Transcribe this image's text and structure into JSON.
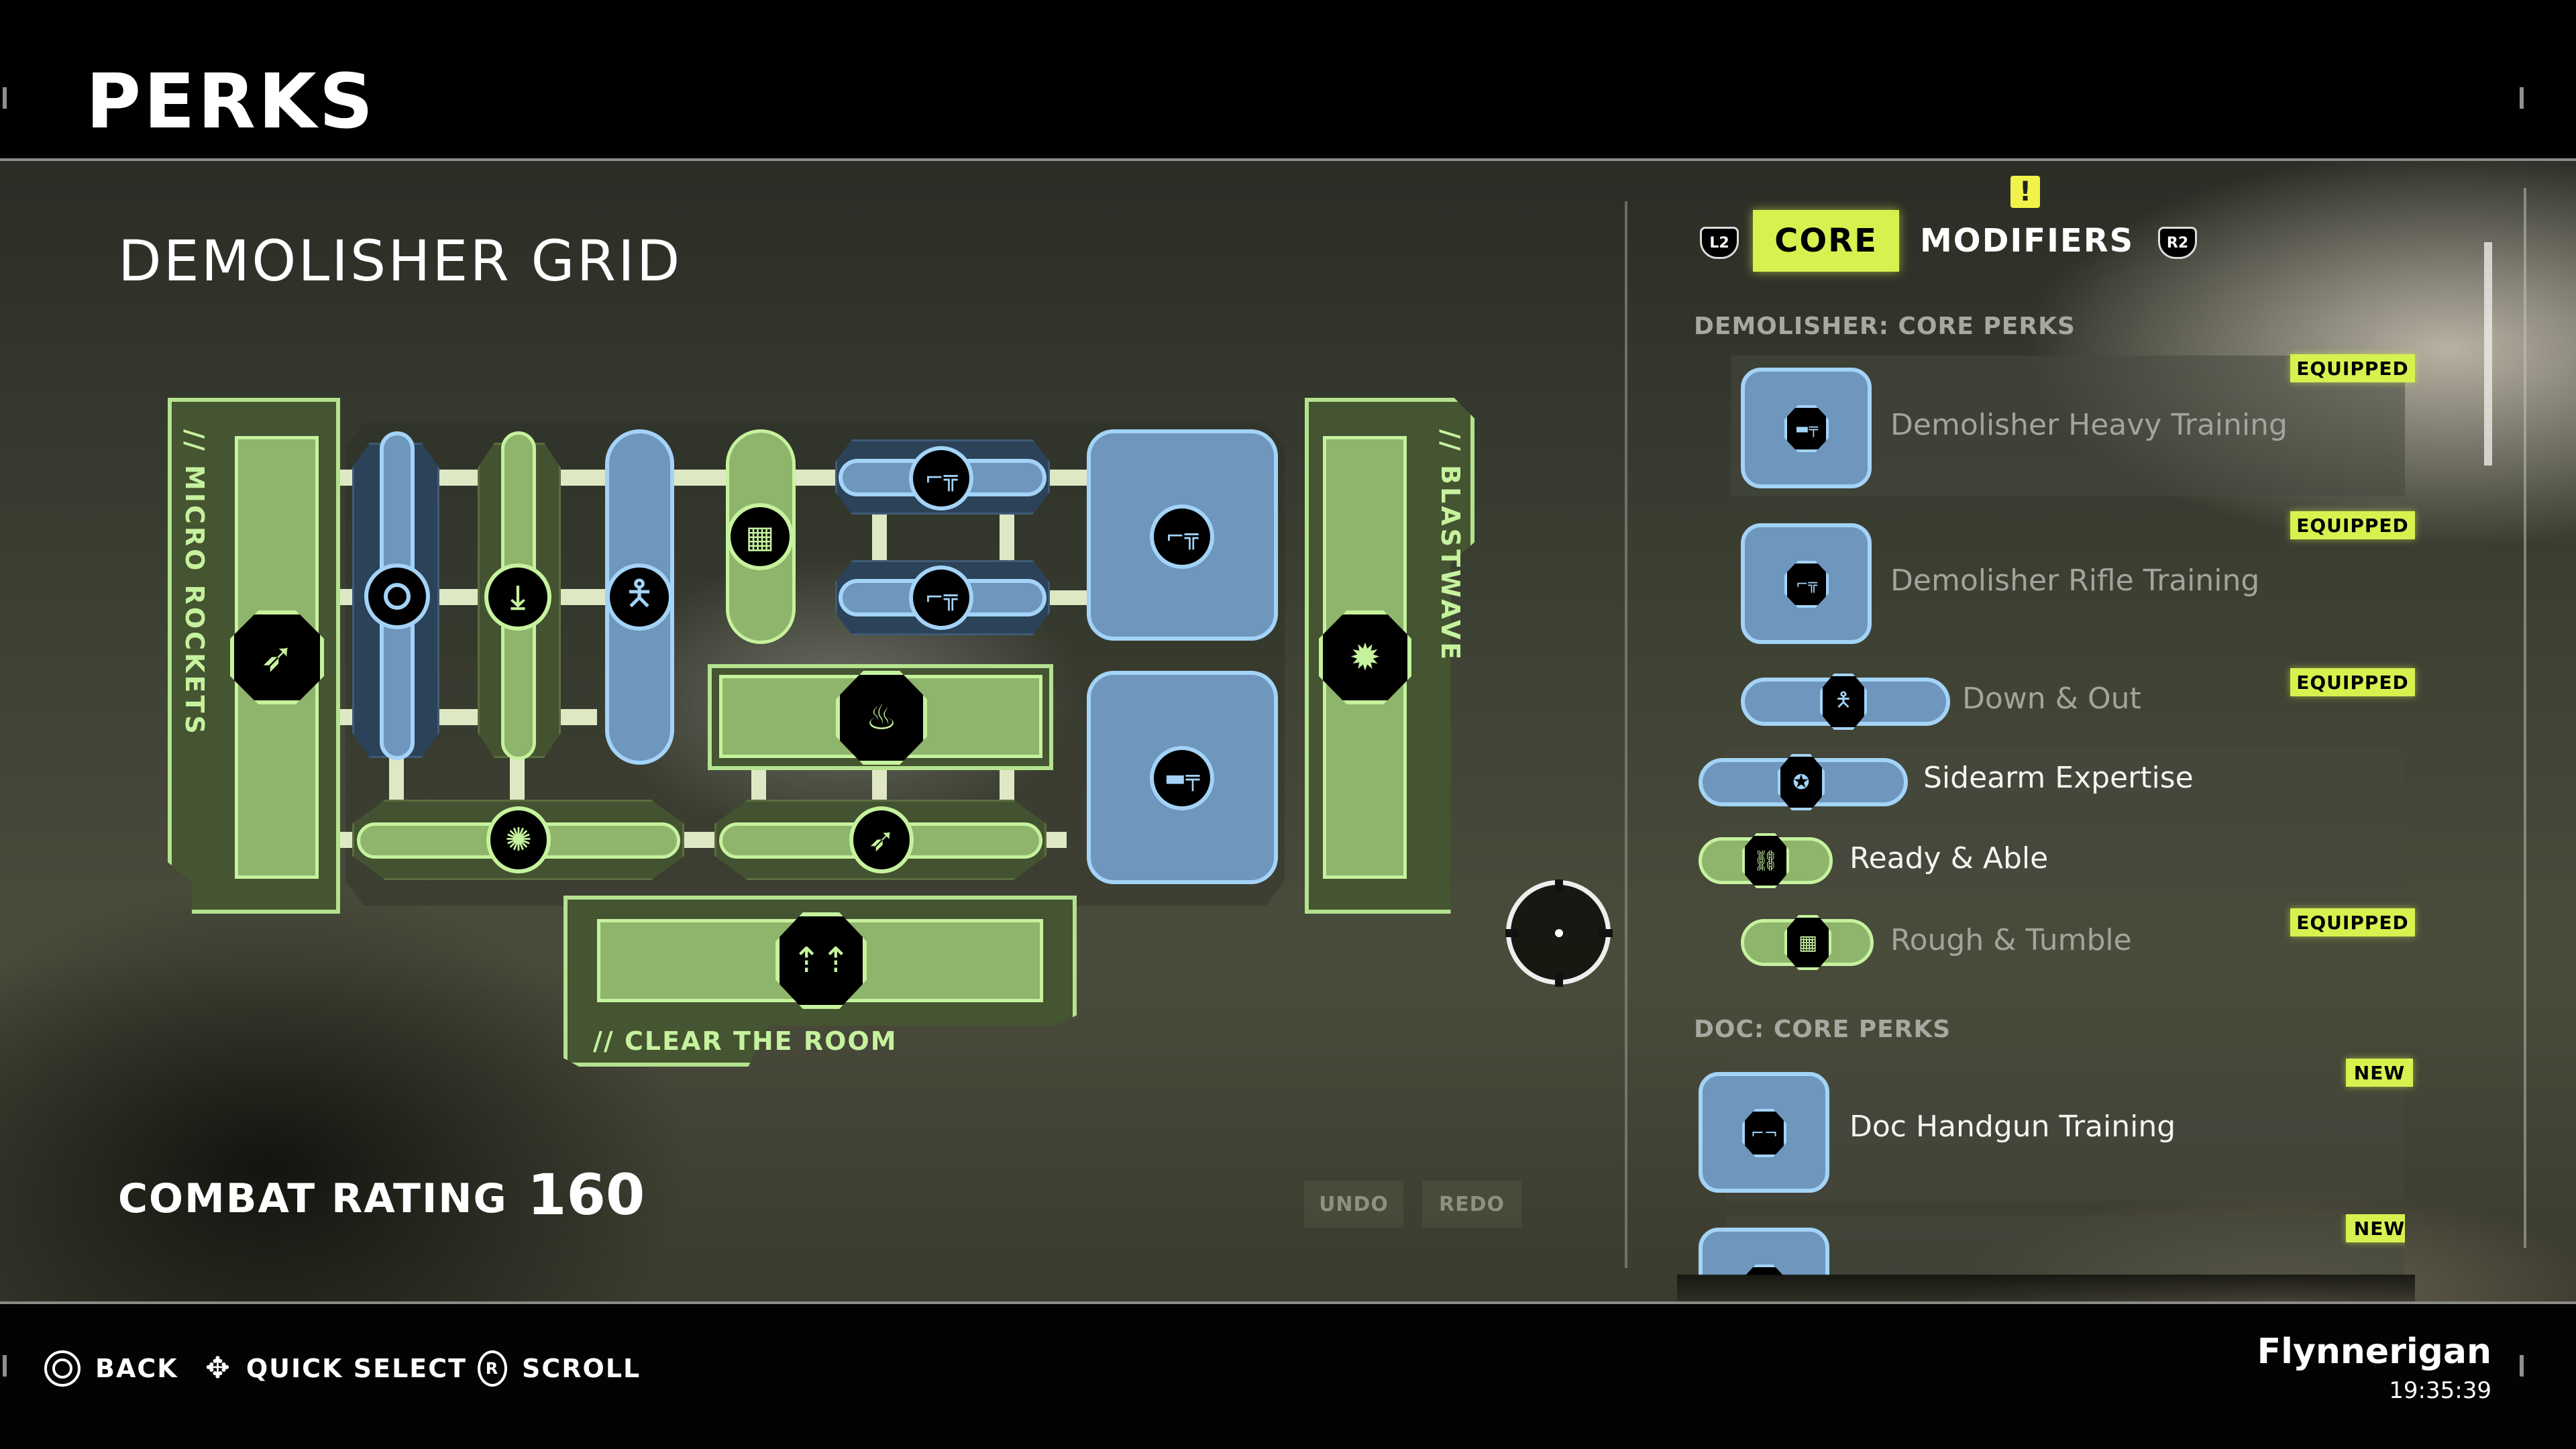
{
  "header": {
    "title": "PERKS"
  },
  "grid": {
    "title": "DEMOLISHER GRID",
    "panels": {
      "left_label": "// MICRO ROCKETS",
      "right_label": "// BLASTWAVE",
      "bottom_label": "// CLEAR THE ROOM"
    },
    "combat_rating_label": "COMBAT RATING",
    "combat_rating_value": "160",
    "undo_label": "UNDO",
    "redo_label": "REDO"
  },
  "tabs": {
    "left_trigger": "L2",
    "right_trigger": "R2",
    "items": [
      {
        "label": "CORE",
        "active": true
      },
      {
        "label": "MODIFIERS",
        "active": false
      }
    ],
    "alert_glyph": "!"
  },
  "perk_list": {
    "sections": [
      {
        "heading": "DEMOLISHER: CORE PERKS",
        "items": [
          {
            "name": "Demolisher Heavy Training",
            "badge": "EQUIPPED",
            "icon": "heavy-weapons-icon",
            "color": "blue"
          },
          {
            "name": "Demolisher Rifle Training",
            "badge": "EQUIPPED",
            "icon": "rifles-icon",
            "color": "blue"
          },
          {
            "name": "Down & Out",
            "badge": "EQUIPPED",
            "icon": "downed-soldier-icon",
            "color": "blue"
          },
          {
            "name": "Sidearm Expertise",
            "badge": "",
            "icon": "pistol-stars-icon",
            "color": "blue"
          },
          {
            "name": "Ready & Able",
            "badge": "",
            "icon": "chain-break-icon",
            "color": "green"
          },
          {
            "name": "Rough & Tumble",
            "badge": "EQUIPPED",
            "icon": "brick-wall-icon",
            "color": "green"
          }
        ]
      },
      {
        "heading": "DOC: CORE PERKS",
        "items": [
          {
            "name": "Doc Handgun Training",
            "badge": "NEW",
            "icon": "handguns-icon",
            "color": "blue"
          },
          {
            "name": "",
            "badge": "NEW",
            "icon": "smg-icon",
            "color": "blue"
          }
        ]
      }
    ]
  },
  "footer": {
    "hints": [
      {
        "label": "BACK",
        "icon": "circle-button-icon"
      },
      {
        "label": "QUICK SELECT",
        "icon": "dpad-icon"
      },
      {
        "label": "SCROLL",
        "icon": "right-stick-icon"
      }
    ],
    "username": "Flynnerigan",
    "clock": "19:35:39"
  },
  "colors": {
    "accent": "#d6f24f",
    "perk_green": "#8fb56c",
    "perk_blue": "#6f97bd"
  }
}
